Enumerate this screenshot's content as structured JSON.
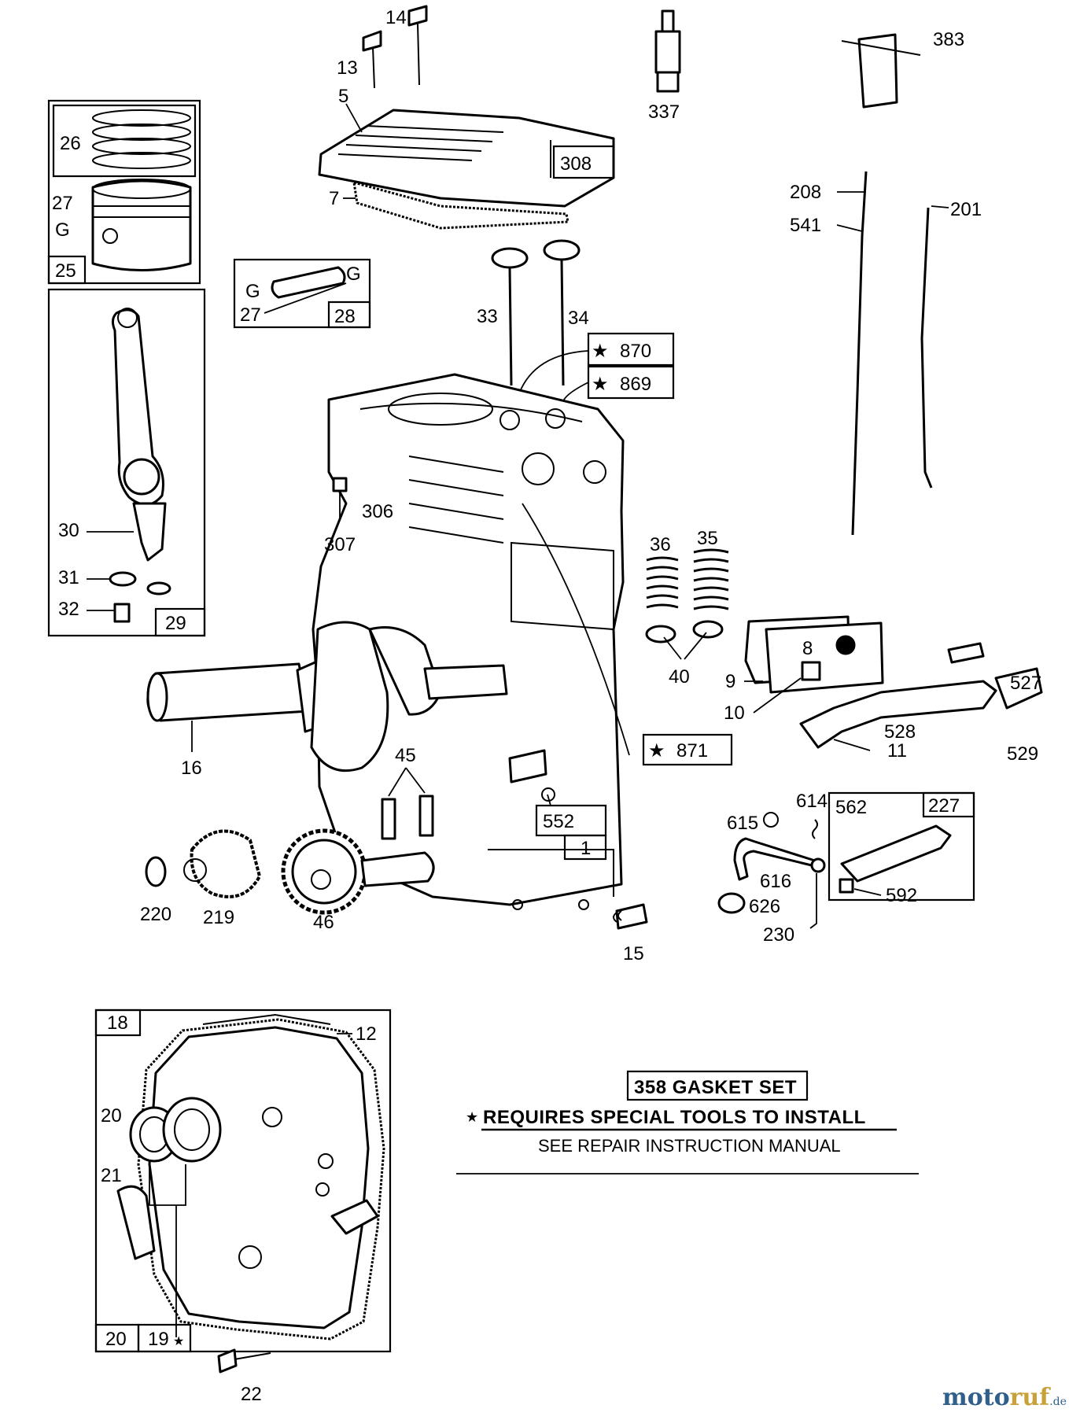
{
  "callouts": {
    "n383": "383",
    "n14": "14",
    "n13": "13",
    "n337": "337",
    "n5": "5",
    "n308": "308",
    "n7": "7",
    "n26": "26",
    "n27a": "27",
    "n27b": "27",
    "n25": "25",
    "n28": "28",
    "n208": "208",
    "n541": "541",
    "n201": "201",
    "n33": "33",
    "n34": "34",
    "n870": "870",
    "n869": "869",
    "n30": "30",
    "n31": "31",
    "n32": "32",
    "n29": "29",
    "n306": "306",
    "n307": "307",
    "n36": "36",
    "n35": "35",
    "n40": "40",
    "n8": "8",
    "n9": "9",
    "n10": "10",
    "n527": "527",
    "n528": "528",
    "n529": "529",
    "n11": "11",
    "n16": "16",
    "n871": "871",
    "n45": "45",
    "n552": "552",
    "n1": "1",
    "n220": "220",
    "n219": "219",
    "n46": "46",
    "n15": "15",
    "n614": "614",
    "n615": "615",
    "n562": "562",
    "n227": "227",
    "n616": "616",
    "n626": "626",
    "n230": "230",
    "n592": "592",
    "n18": "18",
    "n12": "12",
    "n20a": "20",
    "n21": "21",
    "n20b": "20",
    "n19": "19",
    "n22": "22"
  },
  "marks": {
    "g1": "G",
    "g2": "G",
    "g3": "G",
    "star": "★"
  },
  "notes": {
    "gasket_set": "358 GASKET SET",
    "special_tools": "REQUIRES SPECIAL TOOLS TO INSTALL",
    "see_manual": "SEE REPAIR INSTRUCTION MANUAL"
  },
  "watermark": {
    "part1": "moto",
    "part2": "ruf",
    "suffix": ".de"
  }
}
